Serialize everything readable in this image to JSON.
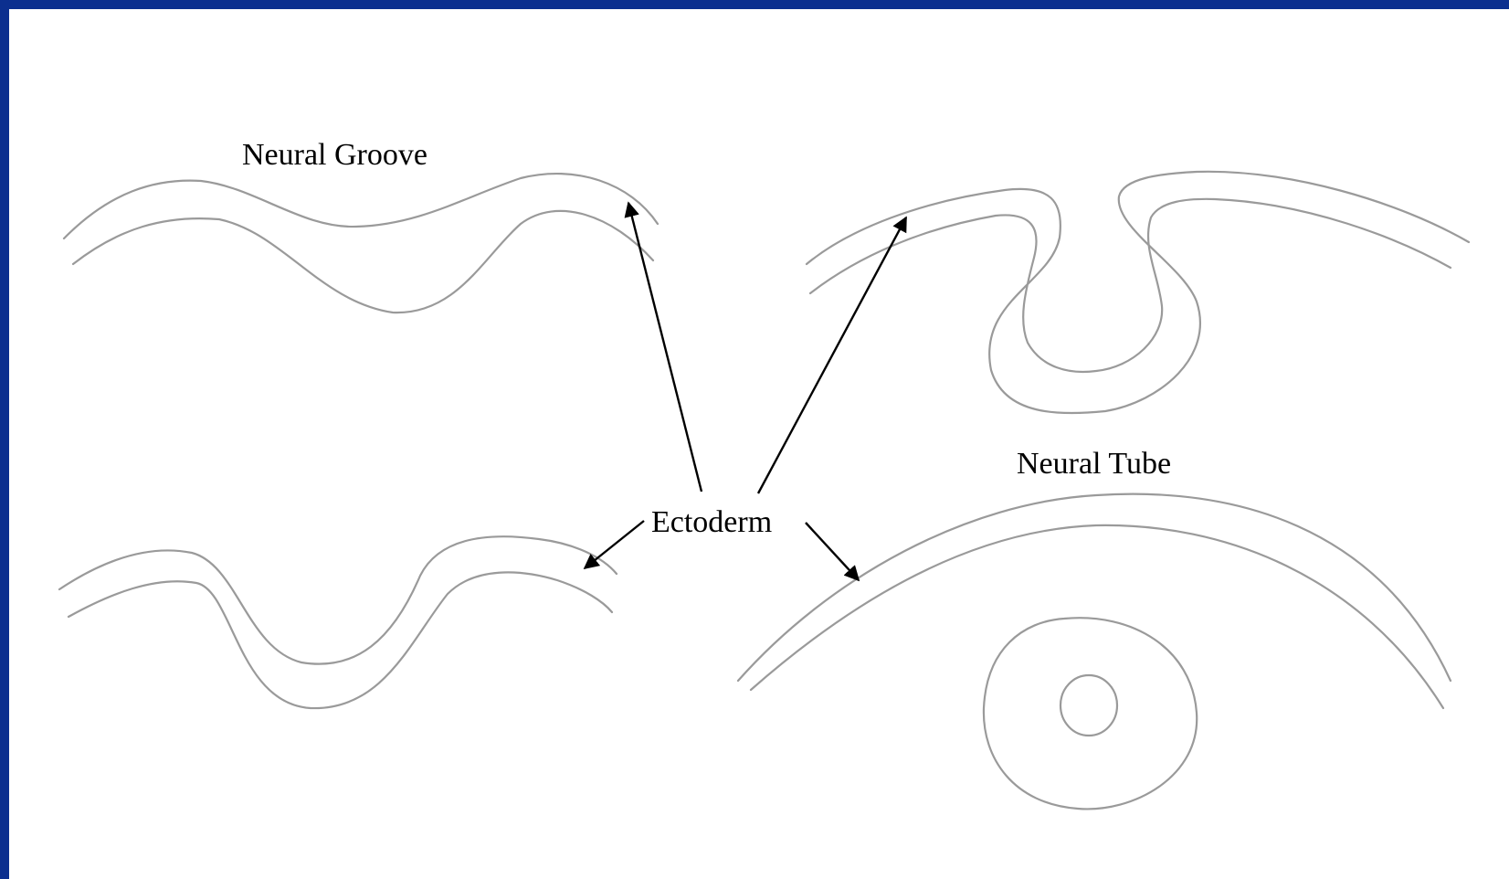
{
  "labels": {
    "neural_groove": "Neural Groove",
    "neural_tube": "Neural Tube",
    "ectoderm": "Ectoderm"
  },
  "colors": {
    "frame": "#0b2f8f",
    "background": "#ffffff",
    "pencil": "#9a9a9a",
    "arrow": "#000000"
  }
}
